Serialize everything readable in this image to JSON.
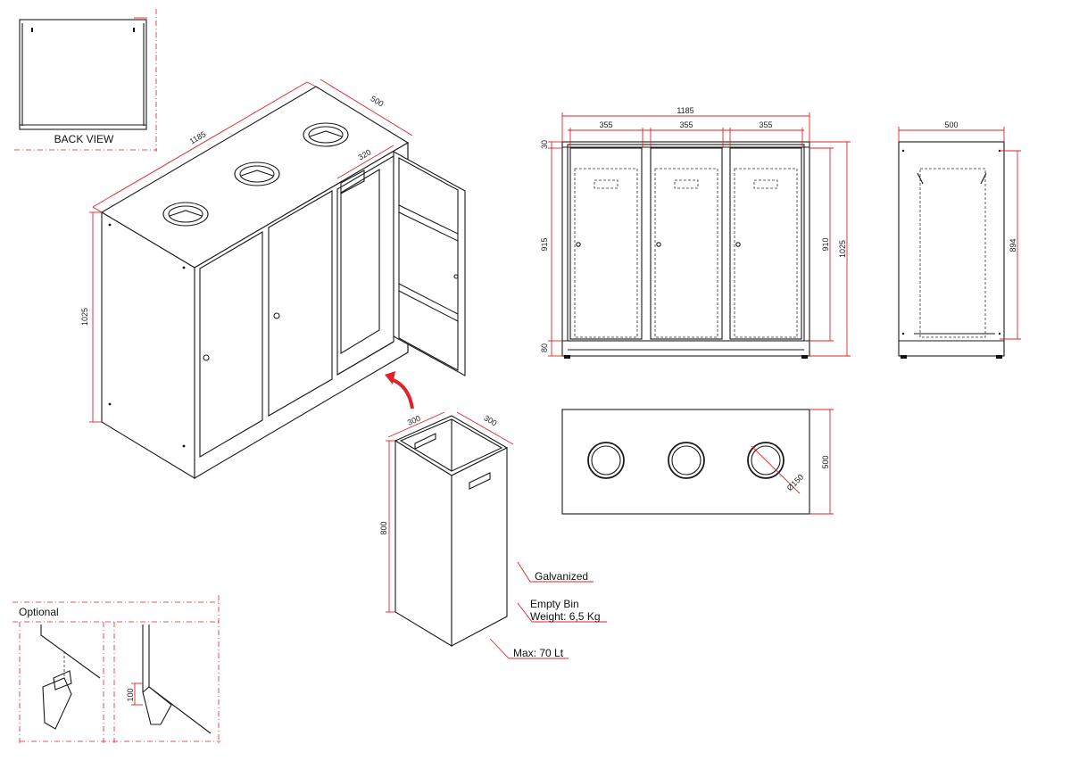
{
  "colors": {
    "dimension": "#e0222a",
    "outline": "#1a1a1a",
    "background": "#ffffff"
  },
  "back_view": {
    "title": "BACK VIEW"
  },
  "iso": {
    "length": "1185",
    "depth": "500",
    "height": "1025",
    "compartment": "320"
  },
  "front": {
    "width": "1185",
    "door1": "355",
    "door2": "355",
    "door3": "355",
    "top": "30",
    "door_height": "915",
    "base": "80",
    "inner_height": "910",
    "total_height": "1025"
  },
  "side": {
    "depth": "500",
    "inner": "894"
  },
  "top_view": {
    "depth": "500",
    "hole": "Ø150"
  },
  "bin": {
    "width": "300",
    "depth": "300",
    "height": "800"
  },
  "notes": {
    "galvanized": "Galvanized",
    "empty_bin_1": "Empty Bin",
    "empty_bin_2": "Weight: 6,5 Kg",
    "max": "Max: 70 Lt"
  },
  "optional": {
    "title": "Optional",
    "foot": "100"
  }
}
